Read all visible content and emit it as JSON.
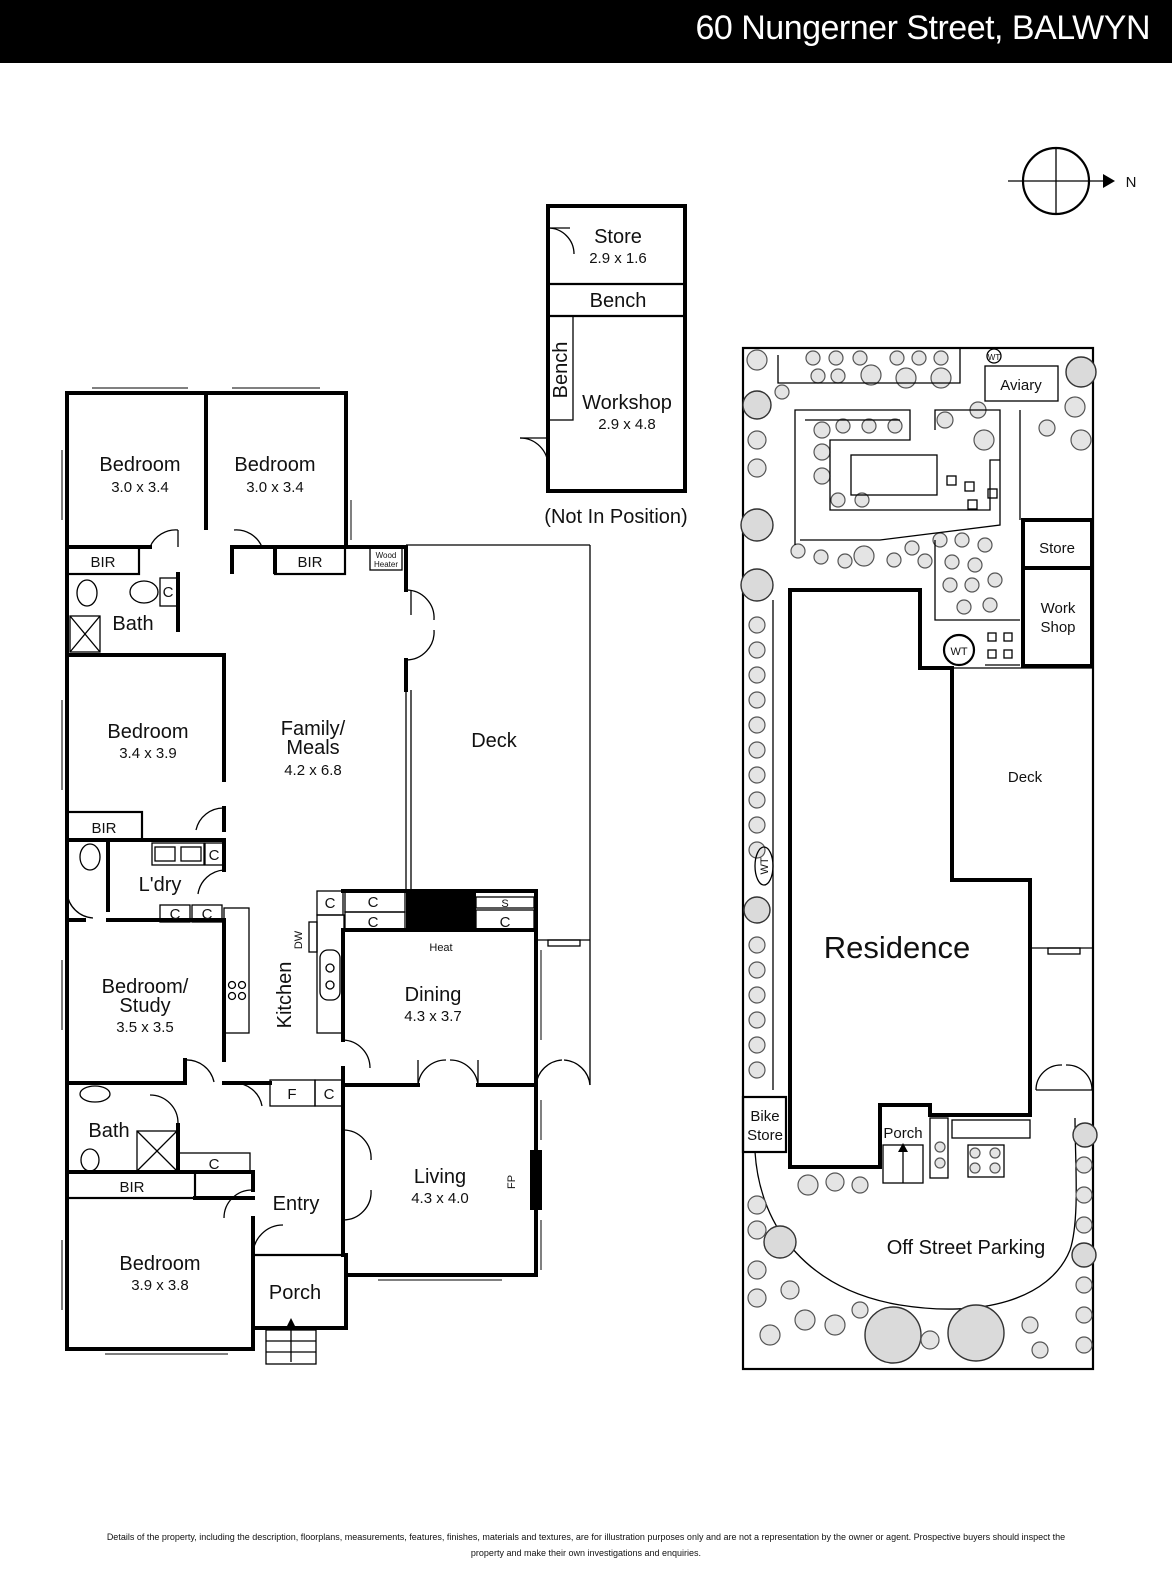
{
  "header": {
    "address": "60 Nungerner Street, BALWYN"
  },
  "compass": {
    "north_label": "N"
  },
  "floorplan": {
    "rooms": {
      "bed1": {
        "name": "Bedroom",
        "dims": "3.0 x 3.4"
      },
      "bed2": {
        "name": "Bedroom",
        "dims": "3.0 x 3.4"
      },
      "bed3": {
        "name": "Bedroom",
        "dims": "3.4 x 3.9"
      },
      "study": {
        "name_line1": "Bedroom/",
        "name_line2": "Study",
        "dims": "3.5 x 3.5"
      },
      "bed4": {
        "name": "Bedroom",
        "dims": "3.9 x 3.8"
      },
      "family": {
        "name_line1": "Family/",
        "name_line2": "Meals",
        "dims": "4.2 x 6.8"
      },
      "dining": {
        "name": "Dining",
        "dims": "4.3 x 3.7"
      },
      "living": {
        "name": "Living",
        "dims": "4.3 x 4.0"
      },
      "deck": {
        "name": "Deck"
      },
      "kitchen": {
        "name": "Kitchen"
      },
      "laundry": {
        "name": "L'dry"
      },
      "bath1": {
        "name": "Bath"
      },
      "bath2": {
        "name": "Bath"
      },
      "entry": {
        "name": "Entry"
      },
      "porch": {
        "name": "Porch"
      }
    },
    "labels": {
      "bir": "BIR",
      "cupboard": "C",
      "fridge": "F",
      "dishwasher": "DW",
      "heat": "Heat",
      "fireplace": "FP",
      "shelf": "S",
      "wood_heater_line1": "Wood",
      "wood_heater_line2": "Heater"
    }
  },
  "outbuilding": {
    "store": {
      "name": "Store",
      "dims": "2.9 x 1.6"
    },
    "bench_top": "Bench",
    "bench_side": "Bench",
    "workshop": {
      "name": "Workshop",
      "dims": "2.9 x 4.8"
    },
    "note": "(Not In Position)"
  },
  "siteplan": {
    "aviary": "Aviary",
    "wt": "WT",
    "store": "Store",
    "workshop_line1": "Work",
    "workshop_line2": "Shop",
    "deck": "Deck",
    "residence": "Residence",
    "bike_store_line1": "Bike",
    "bike_store_line2": "Store",
    "porch": "Porch",
    "parking": "Off Street Parking"
  },
  "disclaimer": {
    "line1": "Details of the property, including the description, floorplans, measurements, features, finishes, materials and textures, are for illustration purposes only and are not a representation by the owner or agent.  Prospective buyers should inspect the",
    "line2": "property and make their own investigations and enquiries."
  }
}
